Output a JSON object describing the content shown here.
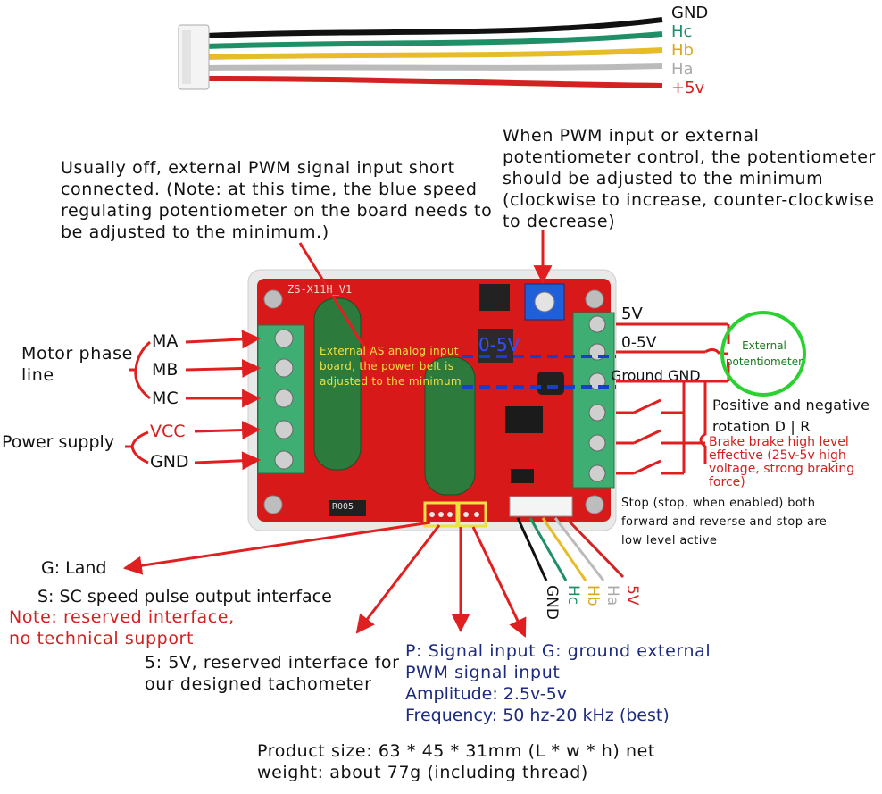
{
  "colors": {
    "board_red": "#d8191a",
    "terminal_green": "#3fae72",
    "arrow_red": "#e02020",
    "dashed_blue": "#1a3ecc",
    "note_red": "#d42020",
    "navy_text": "#1c2a80",
    "yellow_highlight": "#f0e040",
    "pot_circle_green": "#2bd130"
  },
  "cable": {
    "wire_labels": [
      "GND",
      "Hc",
      "Hb",
      "Ha",
      "+5v"
    ],
    "wire_colors": [
      "#111111",
      "#1f8f67",
      "#e7bc2a",
      "#bbbbbb",
      "#d32222"
    ]
  },
  "board": {
    "model_label": "ZS-X11H_V1",
    "analog_overlay_text": "External AS analog input board, the power belt is adjusted to the minimum",
    "overlay_voltage": "0-5V",
    "resistor_code": "R005"
  },
  "annotations": {
    "pwm_short_note": "Usually off, external PWM signal input short connected. (Note: at this time, the blue speed regulating potentiometer on the board needs to be adjusted to the minimum.)",
    "pot_note": "When PWM input or external potentiometer control, the potentiometer should be adjusted to the minimum (clockwise to increase, counter-clockwise to decrease)",
    "motor_phase_label": "Motor phase line",
    "power_supply_label": "Power supply",
    "left_terminals": [
      "MA",
      "MB",
      "MC",
      "VCC",
      "GND"
    ],
    "right_terminals": [
      "5V",
      "0-5V",
      "Ground GND"
    ],
    "ext_pot_label": "External potentiometer",
    "rotation_label": "Positive and negative rotation D | R",
    "brake_label": "Brake brake high level effective (25v-5v high voltage, strong braking force)",
    "stop_label": "Stop (stop, when enabled) both forward and reverse and stop are low level active",
    "g_land": "G: Land",
    "s_speed": "S: SC speed pulse output interface",
    "reserved_note": "Note: reserved interface, no technical support",
    "five_v_note": "5: 5V, reserved interface for our designed tachometer",
    "pwm_signal_input": "P: Signal input G: ground external PWM signal input",
    "amplitude": "Amplitude: 2.5v-5v",
    "frequency": "Frequency: 50 hz-20 kHz (best)",
    "product_size": "Product size: 63 * 45 * 31mm (L * w * h) net weight: about 77g (including thread)",
    "bottom_connector_labels": [
      "GND",
      "Hc",
      "Hb",
      "Ha",
      "5V"
    ]
  }
}
